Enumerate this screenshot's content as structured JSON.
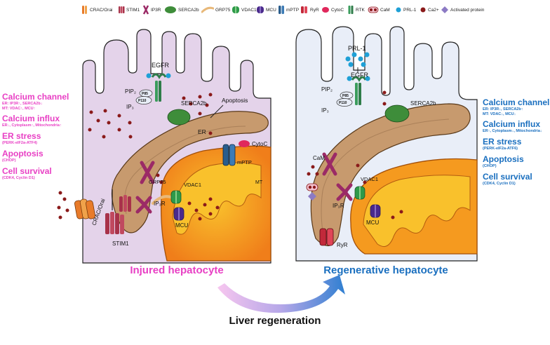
{
  "legend": [
    {
      "icon": "crac-orai-icon",
      "label": "CRAC/Orai"
    },
    {
      "icon": "stim1-icon",
      "label": "STIM1"
    },
    {
      "icon": "ip3r-icon",
      "label": "IP3R"
    },
    {
      "icon": "serca2b-icon",
      "label": "SERCA2b"
    },
    {
      "icon": "grp75-icon",
      "label": "GRP75"
    },
    {
      "icon": "vdac1-icon",
      "label": "VDAC1"
    },
    {
      "icon": "mcu-icon",
      "label": "MCU"
    },
    {
      "icon": "mptp-icon",
      "label": "mPTP"
    },
    {
      "icon": "ryr-icon",
      "label": "RyR"
    },
    {
      "icon": "cytoc-icon",
      "label": "CytoC"
    },
    {
      "icon": "rtk-icon",
      "label": "RTK"
    },
    {
      "icon": "cam-icon",
      "label": "CaM"
    },
    {
      "icon": "prl1-icon",
      "label": "PRL-1"
    },
    {
      "icon": "ca2-icon",
      "label": "Ca2+"
    },
    {
      "icon": "activated-protein-icon",
      "label": "Activated protein"
    }
  ],
  "left_panel": {
    "labels": {
      "egfr": "EGFR",
      "pip2": "PIP₂",
      "ip3": "IP₃",
      "p85": "P85",
      "p110": "P110",
      "serca2b": "SERCA2b",
      "apoptosis": "Apoptosis",
      "er": "ER",
      "cytoc": "CytoC",
      "grp75": "GRP75",
      "vdac1": "VDAC1",
      "mptp": "mPTP",
      "mt": "MT",
      "ip3r": "IP₃R",
      "mcu": "MCU",
      "crac_orai": "CRAC/Orai",
      "stim1": "STIM1"
    },
    "caption": "Injured hepatocyte",
    "side_labels": [
      {
        "title": "Calcium channel",
        "detail_1": "ER: IP3R↑, SERCA2b↓",
        "detail_2": "MT: VDAC↑, MCU↑"
      },
      {
        "title": "Calcium influx",
        "detail_1": "ER↓, Cytoplasm↑, Mitochondria↑"
      },
      {
        "title": "ER stress",
        "detail_1": "(PERK-eIF2a-ATF4)"
      },
      {
        "title": "Apoptosis",
        "detail_1": "(CHOP)"
      },
      {
        "title": "Cell survival",
        "detail_1": "(CDK4, Cyclin D1)"
      }
    ]
  },
  "right_panel": {
    "labels": {
      "prl1": "PRL-1",
      "egfr": "EGFR",
      "pip2": "PIP₂",
      "ip3": "IP₃",
      "p85": "P85",
      "p110": "P110",
      "serca2b": "SERCA2b",
      "cam": "CaM",
      "vdac1": "VDAC1",
      "ip3r": "IP₃R",
      "mcu": "MCU",
      "ryr": "RyR"
    },
    "caption": "Regenerative hepatocyte",
    "side_labels": [
      {
        "title": "Calcium channel",
        "detail_1": "ER: IP3R↓, SERCA2b↑",
        "detail_2": "MT: VDAC↓, MCU↓"
      },
      {
        "title": "Calcium influx",
        "detail_1": "ER↑, Cytoplasm↓, Mitochondria↓"
      },
      {
        "title": "ER stress",
        "detail_1": "(PERK-eIF2a-ATF6)"
      },
      {
        "title": "Apoptosis",
        "detail_1": "(CHOP)"
      },
      {
        "title": "Cell survival",
        "detail_1": "(CDK4, Cyclin D1)"
      }
    ]
  },
  "bottom": {
    "title": "Liver regeneration"
  },
  "colors": {
    "injured_accent": "#e83fc4",
    "regenerative_accent": "#1a6fbf",
    "injured_cell": "#e4d3ea",
    "regenerative_cell": "#e9eef8",
    "er": "#c79a6e",
    "mitochondrion": "#f59a1f",
    "calcium": "#8a1a1a"
  }
}
